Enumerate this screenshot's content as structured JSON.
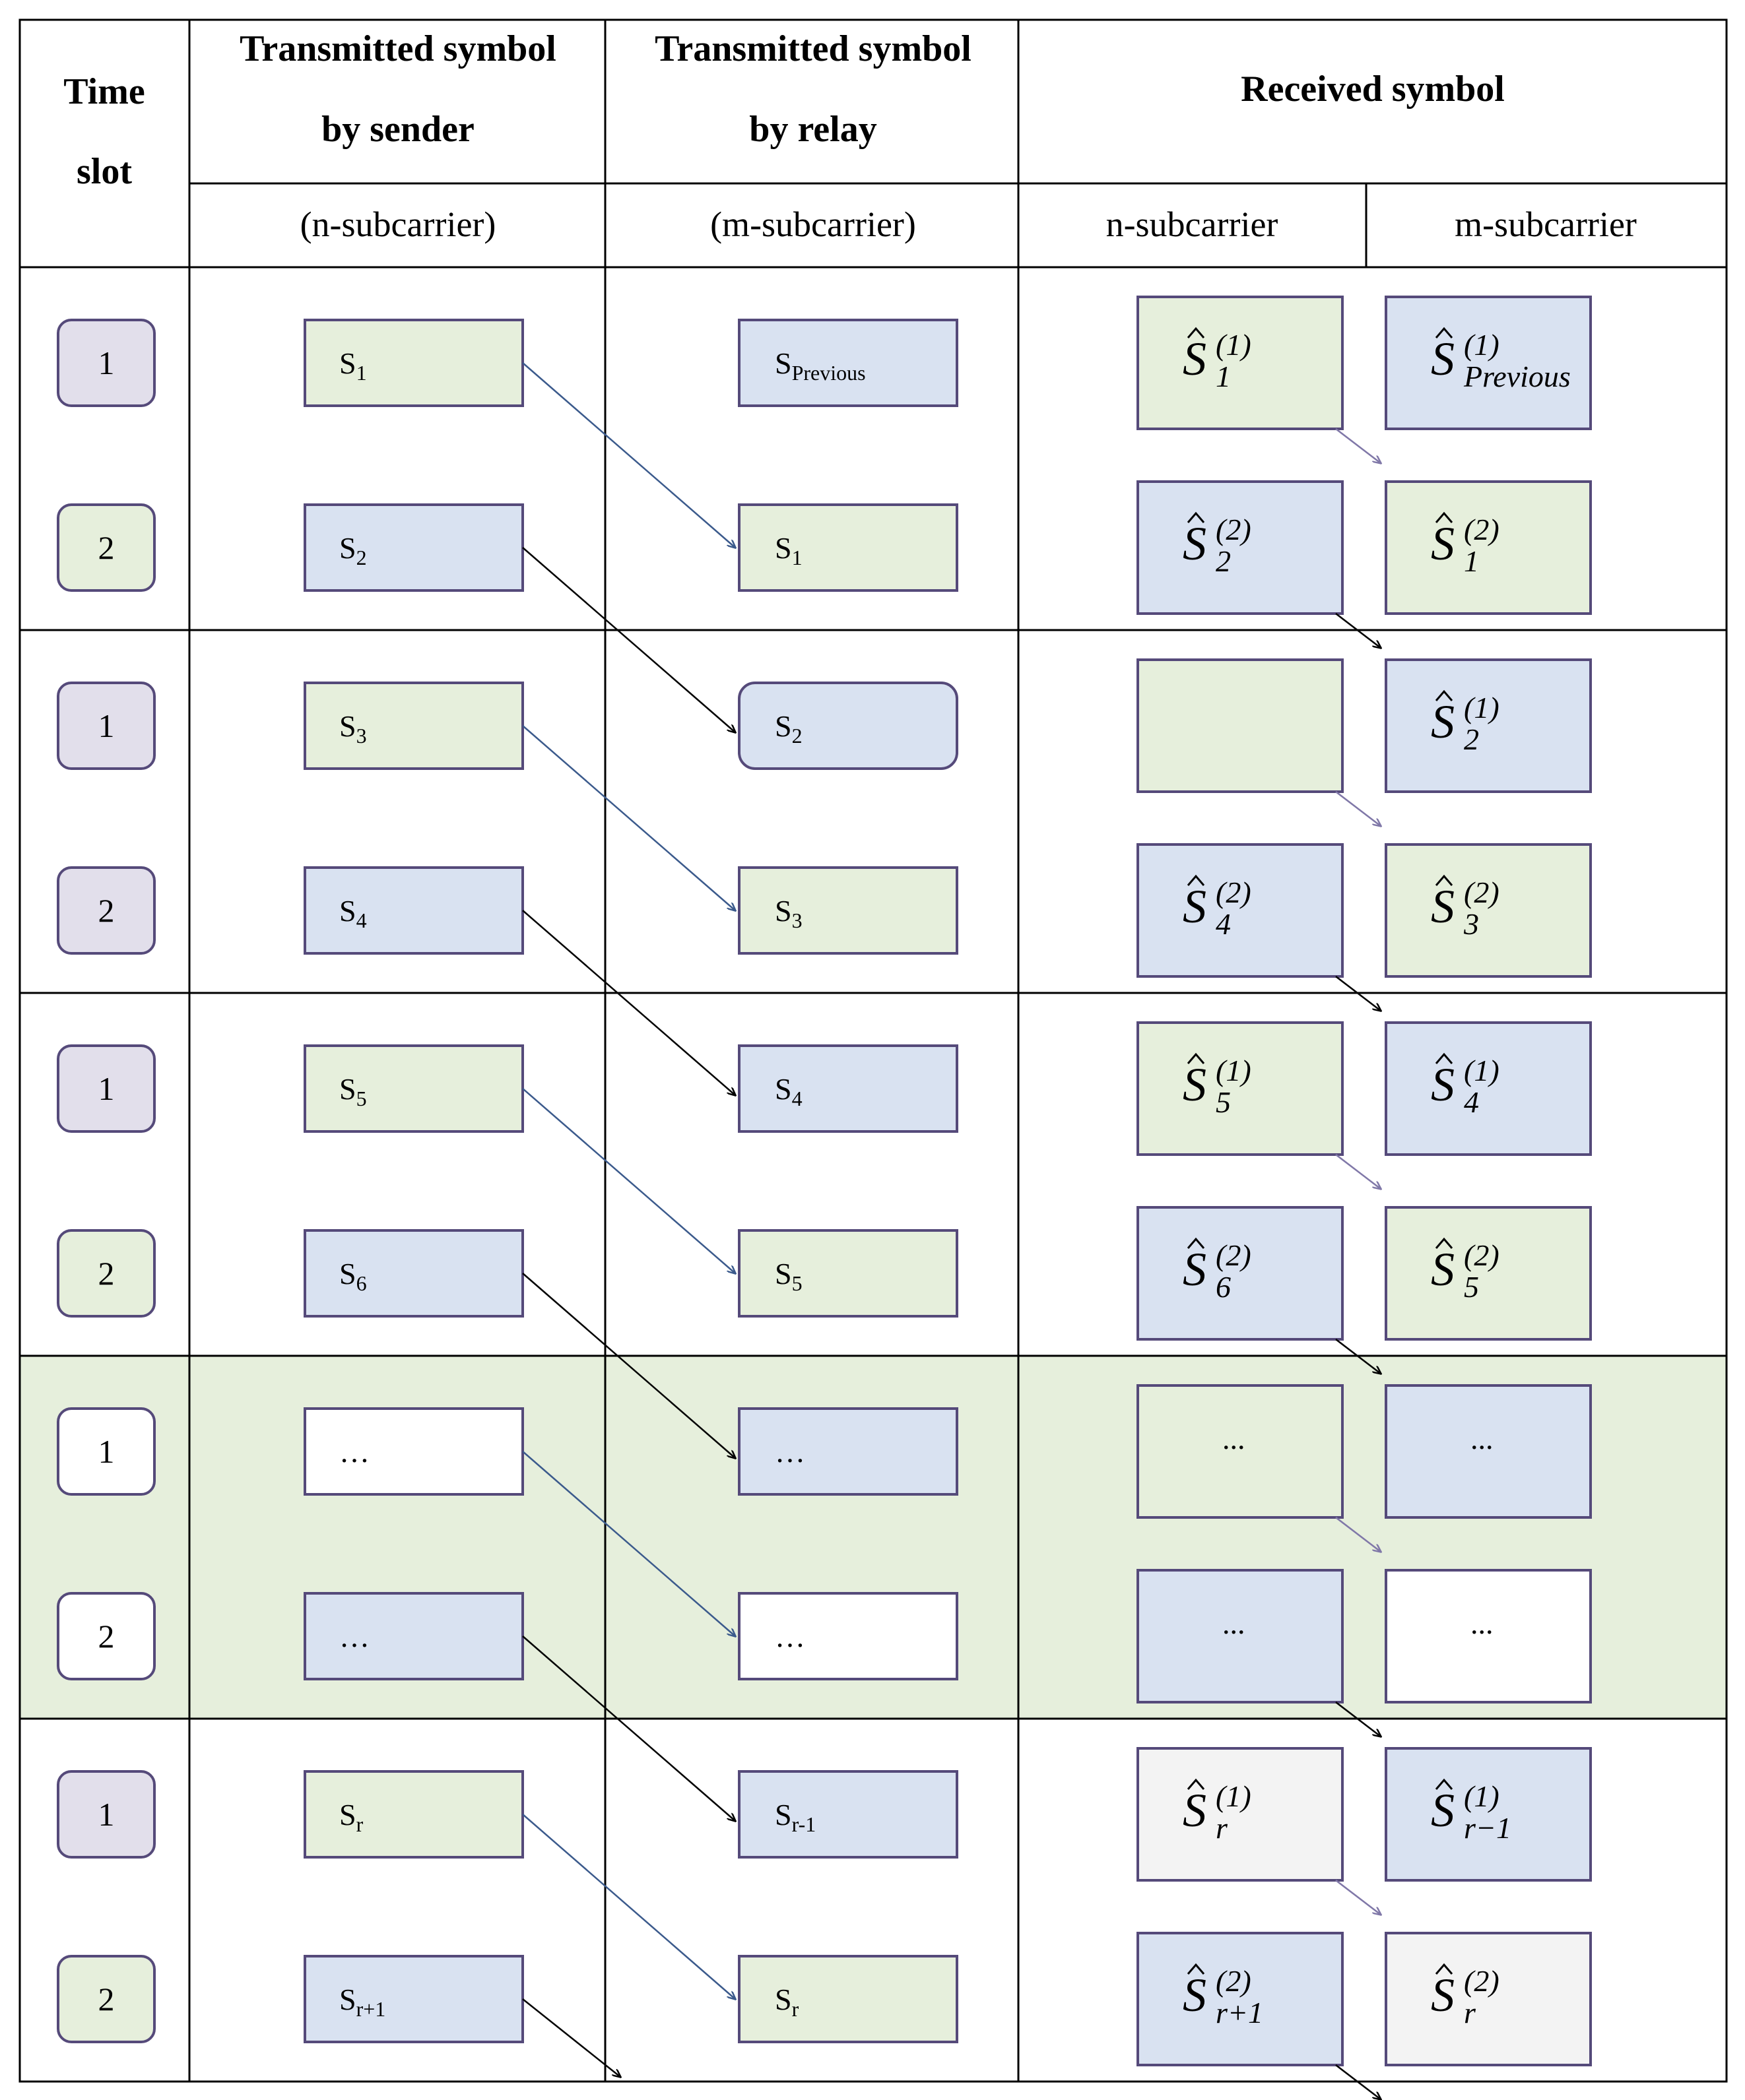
{
  "headers": {
    "time_slot": [
      "Time",
      "slot"
    ],
    "sender": [
      "Transmitted symbol",
      "by sender"
    ],
    "relay": [
      "Transmitted symbol",
      "by relay"
    ],
    "received": "Received symbol",
    "sender_sub": "(n-subcarrier)",
    "relay_sub": "(m-subcarrier)",
    "received_n": "n-subcarrier",
    "received_m": "m-subcarrier"
  },
  "colors": {
    "green": "#e6efdc",
    "blue": "#d9e2f1",
    "gray": "#f3f3f3",
    "lavender": "#e2dfeb",
    "border": "#554a7a",
    "arrow_blue": "#3b5a8c",
    "arrow_black": "#000000",
    "arrow_light": "#8078a8",
    "highlight": "#e6efdc"
  },
  "groups": [
    {
      "rows": [
        {
          "slot": "1",
          "slot_fill": "lavender",
          "sender": {
            "base": "S",
            "sub": "1",
            "fill": "green"
          },
          "relay": {
            "base": "S",
            "sub": "Previous",
            "fill": "blue"
          },
          "rx_n": {
            "base": "S",
            "sup": "(1)",
            "sub": "1",
            "fill": "green"
          },
          "rx_m": {
            "base": "S",
            "sup": "(1)",
            "sub": "Pr",
            "sub_it": "evious",
            "fill": "blue"
          }
        },
        {
          "slot": "2",
          "slot_fill": "green",
          "sender": {
            "base": "S",
            "sub": "2",
            "fill": "blue"
          },
          "relay": {
            "base": "S",
            "sub": "1",
            "fill": "green"
          },
          "rx_n": {
            "base": "S",
            "sup": "(2)",
            "sub": "2",
            "fill": "blue"
          },
          "rx_m": {
            "base": "S",
            "sup": "(2)",
            "sub": "1",
            "fill": "green"
          }
        }
      ]
    },
    {
      "rows": [
        {
          "slot": "1",
          "slot_fill": "lavender",
          "sender": {
            "base": "S",
            "sub": "3",
            "fill": "green"
          },
          "relay": {
            "base": "S",
            "sub": "2",
            "fill": "blue",
            "rounded": true
          },
          "rx_n": {
            "base": "",
            "fill": "green"
          },
          "rx_m": {
            "base": "S",
            "sup": "(1)",
            "sub": "2",
            "fill": "blue"
          }
        },
        {
          "slot": "2",
          "slot_fill": "lavender",
          "sender": {
            "base": "S",
            "sub": "4",
            "fill": "blue"
          },
          "relay": {
            "base": "S",
            "sub": "3",
            "fill": "green"
          },
          "rx_n": {
            "base": "S",
            "sup": "(2)",
            "sub": "4",
            "fill": "blue"
          },
          "rx_m": {
            "base": "S",
            "sup": "(2)",
            "sub": "3",
            "fill": "green"
          }
        }
      ]
    },
    {
      "rows": [
        {
          "slot": "1",
          "slot_fill": "lavender",
          "sender": {
            "base": "S",
            "sub": "5",
            "fill": "green"
          },
          "relay": {
            "base": "S",
            "sub": "4",
            "fill": "blue"
          },
          "rx_n": {
            "base": "S",
            "sup": "(1)",
            "sub": "5",
            "fill": "green"
          },
          "rx_m": {
            "base": "S",
            "sup": "(1)",
            "sub": "4",
            "fill": "blue"
          }
        },
        {
          "slot": "2",
          "slot_fill": "green",
          "sender": {
            "base": "S",
            "sub": "6",
            "fill": "blue"
          },
          "relay": {
            "base": "S",
            "sub": "5",
            "fill": "green"
          },
          "rx_n": {
            "base": "S",
            "sup": "(2)",
            "sub": "6",
            "fill": "blue"
          },
          "rx_m": {
            "base": "S",
            "sup": "(2)",
            "sub": "5",
            "fill": "green"
          }
        }
      ]
    },
    {
      "highlight": true,
      "rows": [
        {
          "slot": "1",
          "slot_fill": "white",
          "sender": {
            "text": "…",
            "fill": "white"
          },
          "relay": {
            "text": "…",
            "fill": "blue"
          },
          "rx_n": {
            "text": "...",
            "fill": "green"
          },
          "rx_m": {
            "text": "...",
            "fill": "blue"
          }
        },
        {
          "slot": "2",
          "slot_fill": "white",
          "sender": {
            "text": "…",
            "fill": "blue"
          },
          "relay": {
            "text": "…",
            "fill": "white"
          },
          "rx_n": {
            "text": "...",
            "fill": "blue"
          },
          "rx_m": {
            "text": "...",
            "fill": "white"
          }
        }
      ]
    },
    {
      "rows": [
        {
          "slot": "1",
          "slot_fill": "lavender",
          "sender": {
            "base": "S",
            "sub": "r",
            "fill": "green"
          },
          "relay": {
            "base": "S",
            "sub": "r-1",
            "fill": "blue"
          },
          "rx_n": {
            "base": "S",
            "sup": "(1)",
            "sub": "r",
            "fill": "gray"
          },
          "rx_m": {
            "base": "S",
            "sup": "(1)",
            "sub": "r−1",
            "fill": "blue"
          }
        },
        {
          "slot": "2",
          "slot_fill": "green",
          "sender": {
            "base": "S",
            "sub": "r+1",
            "fill": "blue"
          },
          "relay": {
            "base": "S",
            "sub": "r",
            "fill": "green"
          },
          "rx_n": {
            "base": "S",
            "sup": "(2)",
            "sub": "r+1",
            "fill": "blue"
          },
          "rx_m": {
            "base": "S",
            "sup": "(2)",
            "sub": "r",
            "fill": "gray"
          }
        }
      ]
    }
  ]
}
